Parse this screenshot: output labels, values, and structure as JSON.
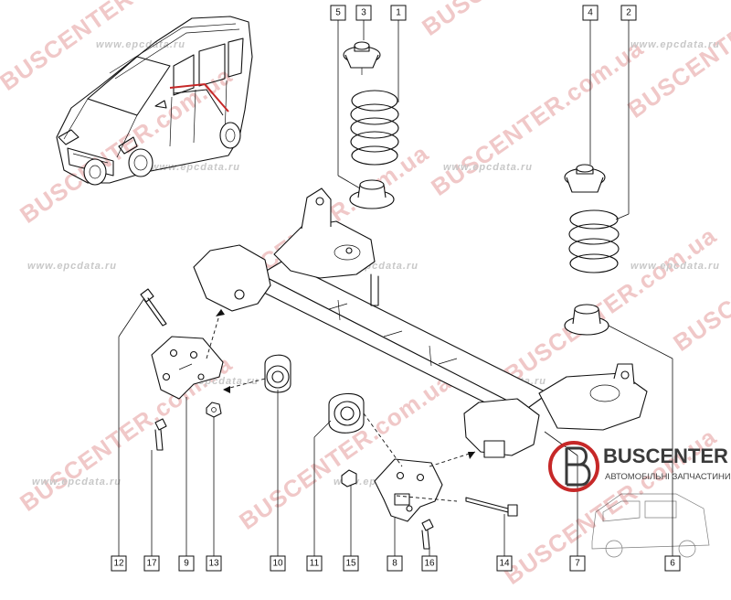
{
  "watermarks": {
    "brand": "BUSCENTER",
    "brand_domain": "BUSCENTER.com.ua",
    "site": "www.epcdata.ru",
    "site_short": "epcdata.ru"
  },
  "logo": {
    "name": "BUSCENTER",
    "subtitle": "АВТОМОБІЛЬНІ ЗАПЧАСТИНИ",
    "accent_color": "#c62828",
    "text_color": "#3a3a3a"
  },
  "callouts": {
    "c1": "1",
    "c2": "2",
    "c3": "3",
    "c4": "4",
    "c5": "5",
    "c6": "6",
    "c7": "7",
    "c8": "8",
    "c9": "9",
    "c10": "10",
    "c11": "11",
    "c12": "12",
    "c13": "13",
    "c14": "14",
    "c15": "15",
    "c16": "16",
    "c17": "17"
  }
}
